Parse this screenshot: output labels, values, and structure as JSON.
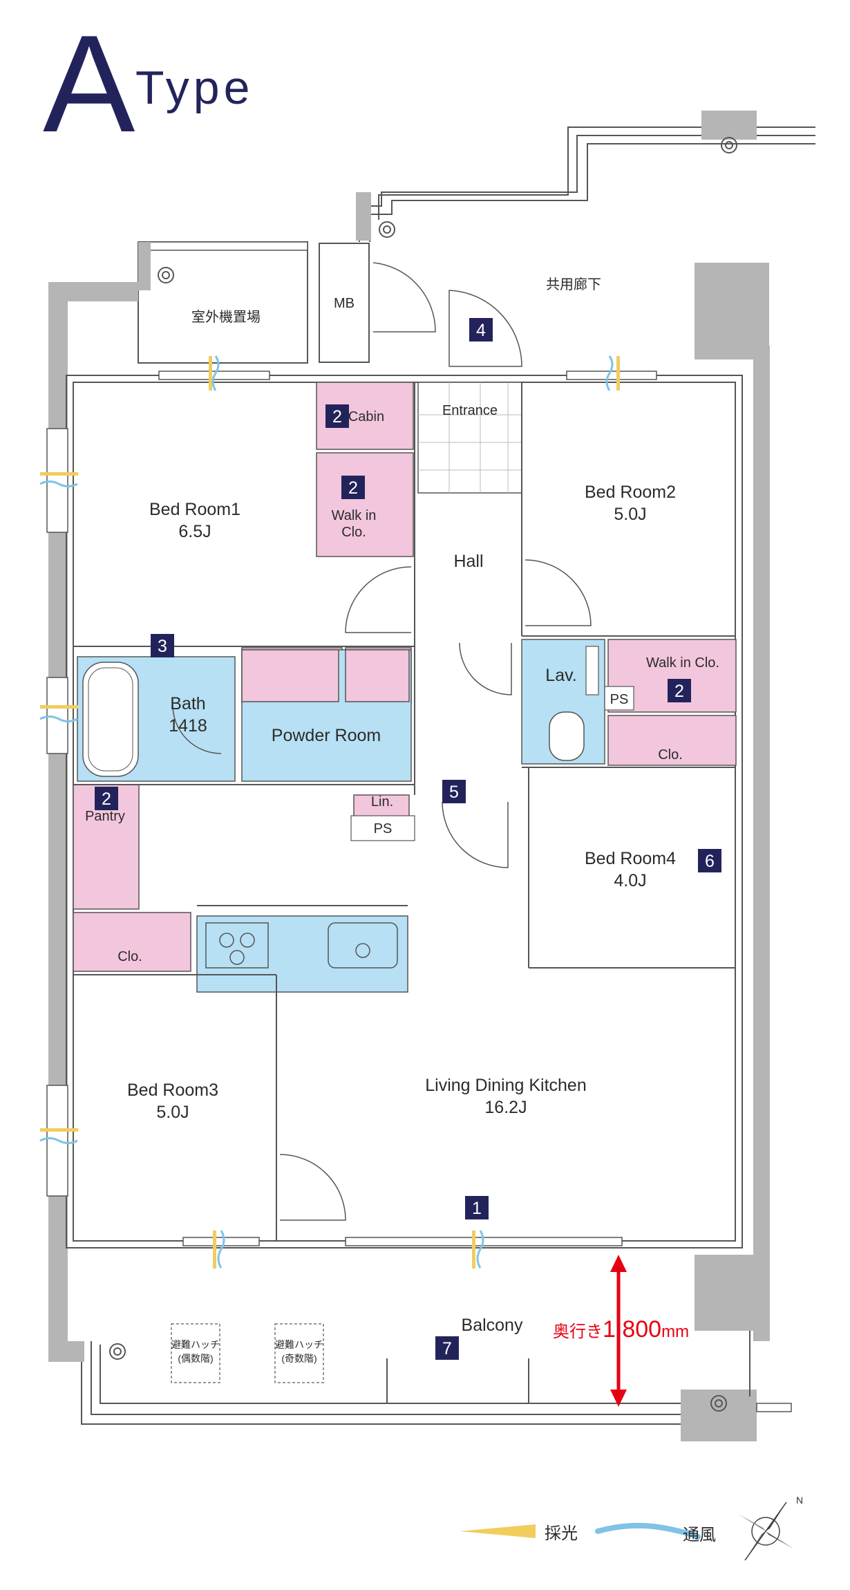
{
  "title": {
    "letter": "A",
    "word": "Type"
  },
  "rooms": {
    "outdoor_unit": "室外機置場",
    "mb": "MB",
    "corridor": "共用廊下",
    "entrance": "Entrance",
    "cabin": "Cabin",
    "wic1_line1": "Walk in",
    "wic1_line2": "Clo.",
    "bed1_name": "Bed Room1",
    "bed1_size": "6.5J",
    "hall": "Hall",
    "bed2_name": "Bed Room2",
    "bed2_size": "5.0J",
    "lav": "Lav.",
    "wic2": "Walk in Clo.",
    "ps1": "PS",
    "clo_r": "Clo.",
    "bath_name": "Bath",
    "bath_size": "1418",
    "powder": "Powder Room",
    "lin": "Lin.",
    "ps2": "PS",
    "pantry": "Pantry",
    "bed4_name": "Bed Room4",
    "bed4_size": "4.0J",
    "clo_l": "Clo.",
    "bed3_name": "Bed Room3",
    "bed3_size": "5.0J",
    "ldk_name": "Living Dining Kitchen",
    "ldk_size": "16.2J",
    "balcony": "Balcony",
    "hatch1_line1": "避難ハッチ",
    "hatch1_line2": "(偶数階)",
    "hatch2_line1": "避難ハッチ",
    "hatch2_line2": "(奇数階)"
  },
  "badges": {
    "cabin": "2",
    "wic1": "2",
    "bath": "3",
    "entrance": "4",
    "hall": "5",
    "wic2": "2",
    "pantry": "2",
    "bed4": "6",
    "ldk": "1",
    "balcony": "7"
  },
  "dimension": {
    "label": "奥行き",
    "value": "1,800",
    "unit": "mm"
  },
  "legend": {
    "light": "採光",
    "wind": "通風"
  },
  "compass": {
    "north": "N"
  },
  "colors": {
    "navy": "#23235c",
    "storage_pink": "#f2c6dc",
    "wet_blue": "#b7e0f4",
    "wall_gray": "#b5b5b5",
    "light_yellow": "#f1cd5e",
    "wind_blue": "#7fc3e6",
    "dimension_red": "#e60012"
  }
}
